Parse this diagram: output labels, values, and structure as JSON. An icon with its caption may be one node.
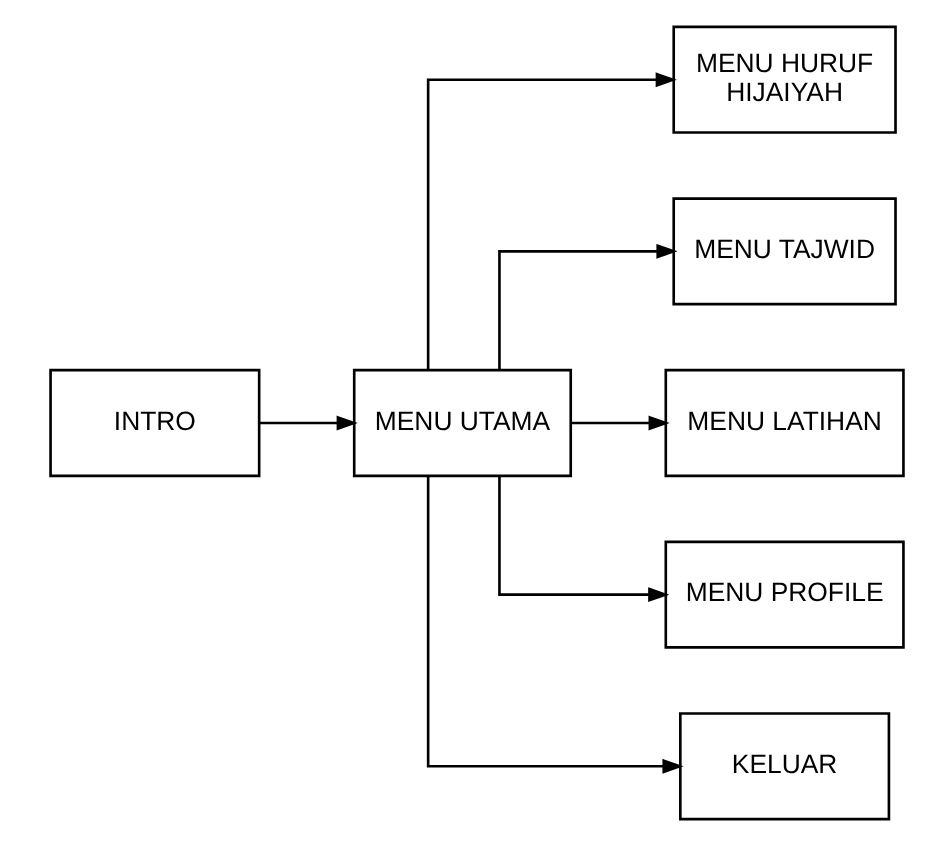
{
  "diagram": {
    "nodes": [
      {
        "text": [
          "INTRO"
        ]
      },
      {
        "text": [
          "MENU UTAMA"
        ]
      },
      {
        "text": [
          "MENU HURUF HIJAIYAH"
        ]
      },
      {
        "text": [
          "MENU TAJWID"
        ]
      },
      {
        "text": [
          "MENU LATIHAN"
        ]
      },
      {
        "text": [
          "MENU PROFILE"
        ]
      },
      {
        "text": [
          "KELUAR"
        ]
      }
    ],
    "edges": [
      {
        "from": 0,
        "to": 1,
        "arrow": "to"
      },
      {
        "from": 1,
        "to": 2,
        "arrow": "to"
      },
      {
        "from": 1,
        "to": 3,
        "arrow": "to"
      },
      {
        "from": 1,
        "to": 4,
        "arrow": "to"
      },
      {
        "from": 1,
        "to": 5,
        "arrow": "to"
      },
      {
        "from": 1,
        "to": 6,
        "arrow": "to"
      }
    ]
  }
}
